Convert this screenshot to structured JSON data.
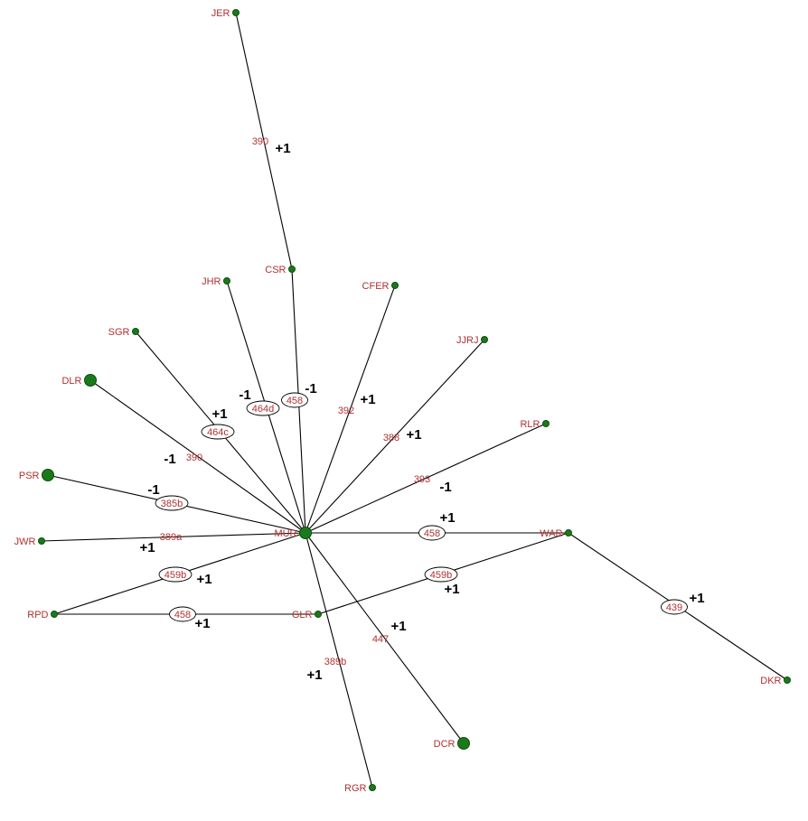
{
  "nodes": [
    {
      "id": "JER",
      "size": "small"
    },
    {
      "id": "CSR",
      "size": "small"
    },
    {
      "id": "JHR",
      "size": "small"
    },
    {
      "id": "CFER",
      "size": "small"
    },
    {
      "id": "SGR",
      "size": "small"
    },
    {
      "id": "JJRJ",
      "size": "small"
    },
    {
      "id": "DLR",
      "size": "large"
    },
    {
      "id": "RLR",
      "size": "small"
    },
    {
      "id": "PSR",
      "size": "large"
    },
    {
      "id": "MUR",
      "size": "large"
    },
    {
      "id": "WAR",
      "size": "small"
    },
    {
      "id": "JWR",
      "size": "small"
    },
    {
      "id": "RPD",
      "size": "small"
    },
    {
      "id": "GLR",
      "size": "small"
    },
    {
      "id": "DKR",
      "size": "small"
    },
    {
      "id": "DCR",
      "size": "large"
    },
    {
      "id": "RGR",
      "size": "small"
    }
  ],
  "edges": [
    {
      "from": "JER",
      "to": "CSR",
      "label": "390",
      "sign": "+1",
      "ellipse": false
    },
    {
      "from": "CSR",
      "to": "MUR",
      "label": "458",
      "sign": "-1",
      "ellipse": true
    },
    {
      "from": "JHR",
      "to": "MUR",
      "label": "464d",
      "sign": "-1",
      "ellipse": true
    },
    {
      "from": "SGR",
      "to": "MUR",
      "label": "464c",
      "sign": "+1",
      "ellipse": true
    },
    {
      "from": "DLR",
      "to": "MUR",
      "label": "390",
      "sign": "-1",
      "ellipse": false
    },
    {
      "from": "PSR",
      "to": "MUR",
      "label": "385b",
      "sign": "-1",
      "ellipse": true
    },
    {
      "from": "JWR",
      "to": "MUR",
      "label": "389a",
      "sign": "+1",
      "ellipse": false
    },
    {
      "from": "RPD",
      "to": "MUR",
      "label": "459b",
      "sign": "+1",
      "ellipse": true
    },
    {
      "from": "RPD",
      "to": "GLR",
      "label": "458",
      "sign": "+1",
      "ellipse": true
    },
    {
      "from": "GLR",
      "to": "WAR",
      "label": "459b",
      "sign": "+1",
      "ellipse": true
    },
    {
      "from": "MUR",
      "to": "WAR",
      "label": "458",
      "sign": "+1",
      "ellipse": true
    },
    {
      "from": "WAR",
      "to": "DKR",
      "label": "439",
      "sign": "+1",
      "ellipse": true
    },
    {
      "from": "MUR",
      "to": "RGR",
      "label": "389b",
      "sign": "+1",
      "ellipse": false
    },
    {
      "from": "MUR",
      "to": "DCR",
      "label": "447",
      "sign": "+1",
      "ellipse": false
    },
    {
      "from": "MUR",
      "to": "CFER",
      "label": "392",
      "sign": "+1",
      "ellipse": false
    },
    {
      "from": "MUR",
      "to": "JJRJ",
      "label": "388",
      "sign": "+1",
      "ellipse": false
    },
    {
      "from": "MUR",
      "to": "RLR",
      "label": "393",
      "sign": "-1",
      "ellipse": false
    }
  ]
}
